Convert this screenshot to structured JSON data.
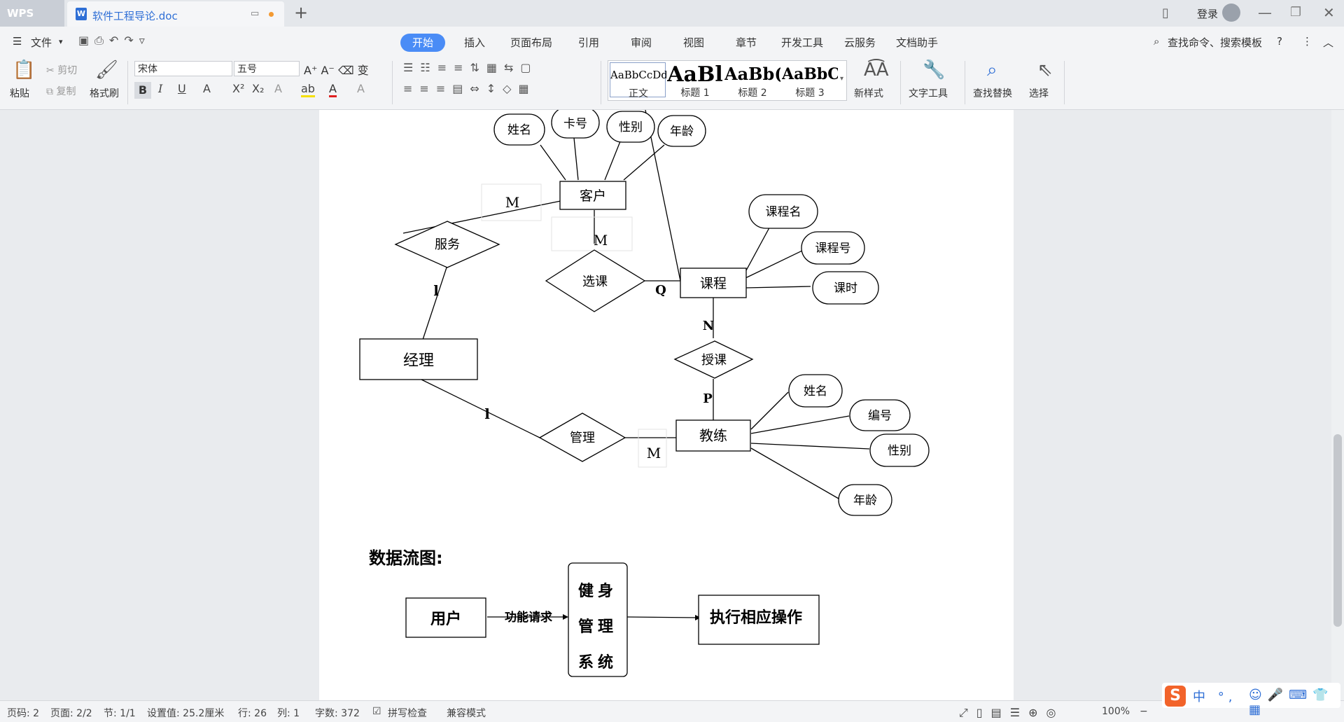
{
  "titlebar": {
    "app_name": "WPS",
    "document_title": "软件工程导论.doc",
    "login_label": "登录"
  },
  "menu": {
    "file_label": "文件",
    "tabs": [
      "开始",
      "插入",
      "页面布局",
      "引用",
      "审阅",
      "视图",
      "章节",
      "开发工具",
      "云服务",
      "文档助手"
    ],
    "search_placeholder": "查找命令、搜索模板"
  },
  "ribbon": {
    "paste_label": "粘贴",
    "cut_label": "剪切",
    "copy_label": "复制",
    "format_painter_label": "格式刷",
    "font_name": "宋体",
    "font_size": "五号",
    "styles": [
      {
        "sample": "AaBbCcDd",
        "name": "正文"
      },
      {
        "sample": "AaBl",
        "name": "标题 1"
      },
      {
        "sample": "AaBb(",
        "name": "标题 2"
      },
      {
        "sample": "AaBbC",
        "name": "标题 3"
      }
    ],
    "new_style_label": "新样式",
    "text_tools_label": "文字工具",
    "find_replace_label": "查找替换",
    "select_label": "选择"
  },
  "er_diagram": {
    "entities": {
      "customer": "客户",
      "course": "课程",
      "manager": "经理",
      "coach": "教练"
    },
    "relationships": {
      "service": "服务",
      "select_course": "选课",
      "teach": "授课",
      "manage": "管理"
    },
    "customer_attrs": [
      "姓名",
      "卡号",
      "性别",
      "年龄"
    ],
    "course_attrs": [
      "课程名",
      "课程号",
      "课时"
    ],
    "coach_attrs": [
      "姓名",
      "编号",
      "性别",
      "年龄"
    ],
    "cardinalities": {
      "customer_service": "M",
      "customer_select": "M",
      "service_manager": "l",
      "select_course": "Q",
      "course_teach": "N",
      "teach_coach": "P",
      "manager_manage": "l",
      "manage_coach": "M"
    }
  },
  "dfd": {
    "heading": "数据流图:",
    "user": "用户",
    "request_label": "功能请求",
    "system_lines": [
      "健身",
      "管理",
      "系统"
    ],
    "result": "执行相应操作"
  },
  "statusbar": {
    "page_num": "页码: 2",
    "pages": "页面: 2/2",
    "section": "节: 1/1",
    "setting": "设置值: 25.2厘米",
    "row": "行: 26",
    "col": "列: 1",
    "word_count": "字数: 372",
    "spell_check": "拼写检查",
    "compat_mode": "兼容模式",
    "zoom": "100%"
  },
  "ime": {
    "logo": "S",
    "text": "中 °,"
  }
}
